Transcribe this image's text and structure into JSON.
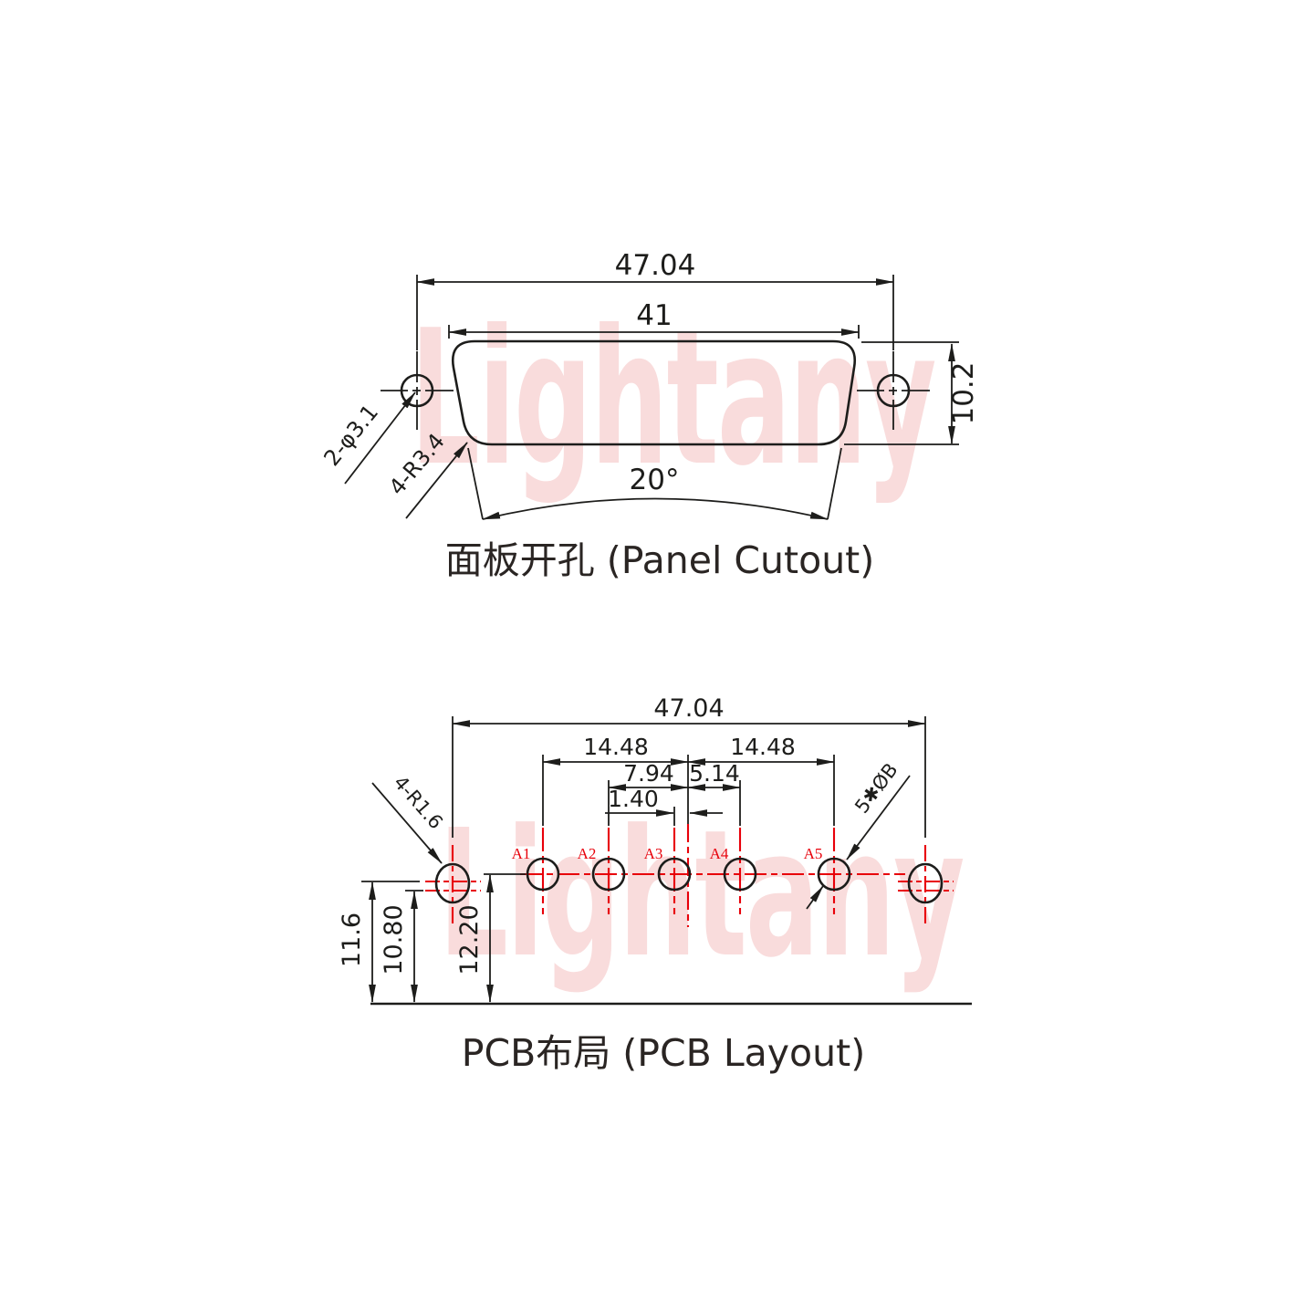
{
  "colors": {
    "line": "#1d1d1b",
    "red": "#e8000a",
    "watermark": "#f9dcdc"
  },
  "watermark": {
    "text": "Lightany"
  },
  "panel_cutout": {
    "title": "面板开孔 (Panel Cutout)",
    "dim_overall_width": "47.04",
    "dim_opening_width": "41",
    "dim_opening_height": "10.2",
    "dim_draft_angle": "20°",
    "label_mount_holes": "2-φ3.1",
    "label_corner_radius": "4-R3.4"
  },
  "pcb_layout": {
    "title": "PCB布局 (PCB Layout)",
    "dim_overall_width": "47.04",
    "dim_left_span": "14.48",
    "dim_right_span": "14.48",
    "dim_a2_to_center": "7.94",
    "dim_center_to_a4": "5.14",
    "dim_a3_to_center": "1.40",
    "dim_bracket_height": "11.6",
    "dim_fork_height": "10.80",
    "dim_row_height": "12.20",
    "label_mount_radius": "4-R1.6",
    "label_contact_dia": "5✱ØB",
    "pin_labels": [
      "A1",
      "A2",
      "A3",
      "A4",
      "A5"
    ]
  }
}
